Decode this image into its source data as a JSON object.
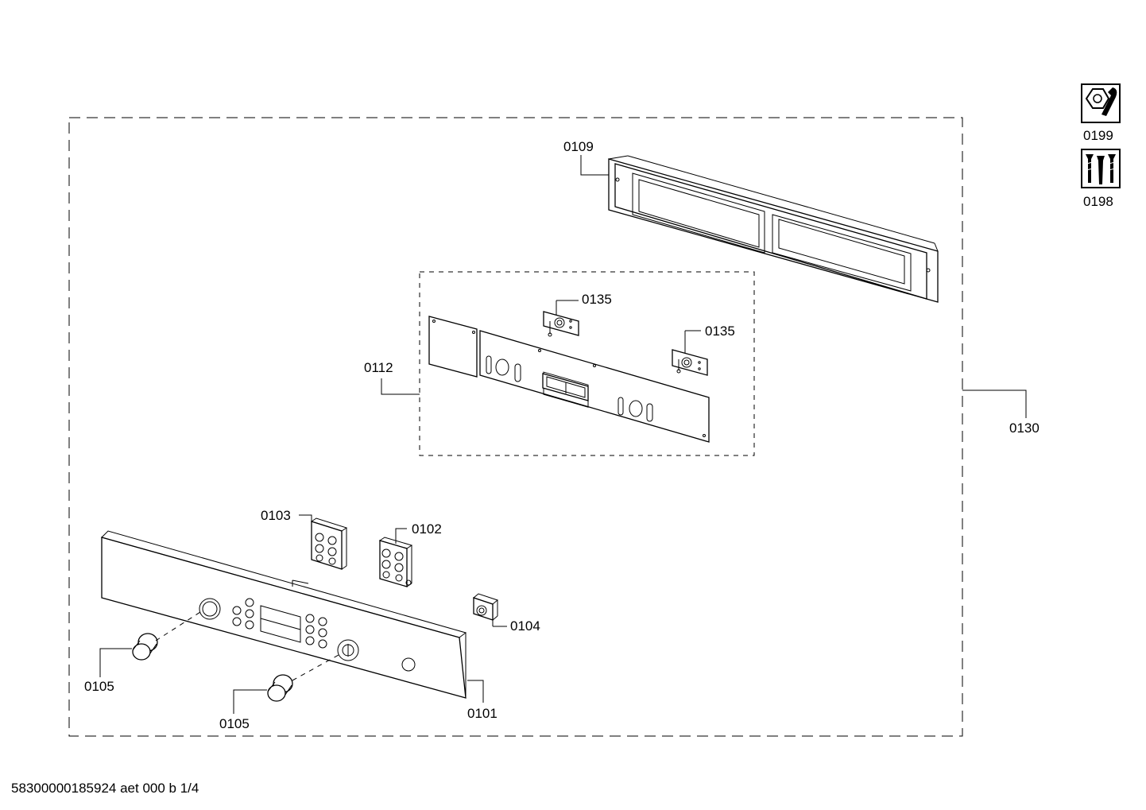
{
  "diagram": {
    "parts": {
      "p0109": "0109",
      "p0112": "0112",
      "p0135a": "0135",
      "p0135b": "0135",
      "p0130": "0130",
      "p0103": "0103",
      "p0102": "0102",
      "p0104": "0104",
      "p0105a": "0105",
      "p0105b": "0105",
      "p0101": "0101"
    },
    "side_icons": [
      {
        "icon": "tools-icon",
        "label": "0199"
      },
      {
        "icon": "screws-icon",
        "label": "0198"
      }
    ]
  },
  "footer": {
    "document_id": "58300000185924 aet 000 b 1/4"
  }
}
